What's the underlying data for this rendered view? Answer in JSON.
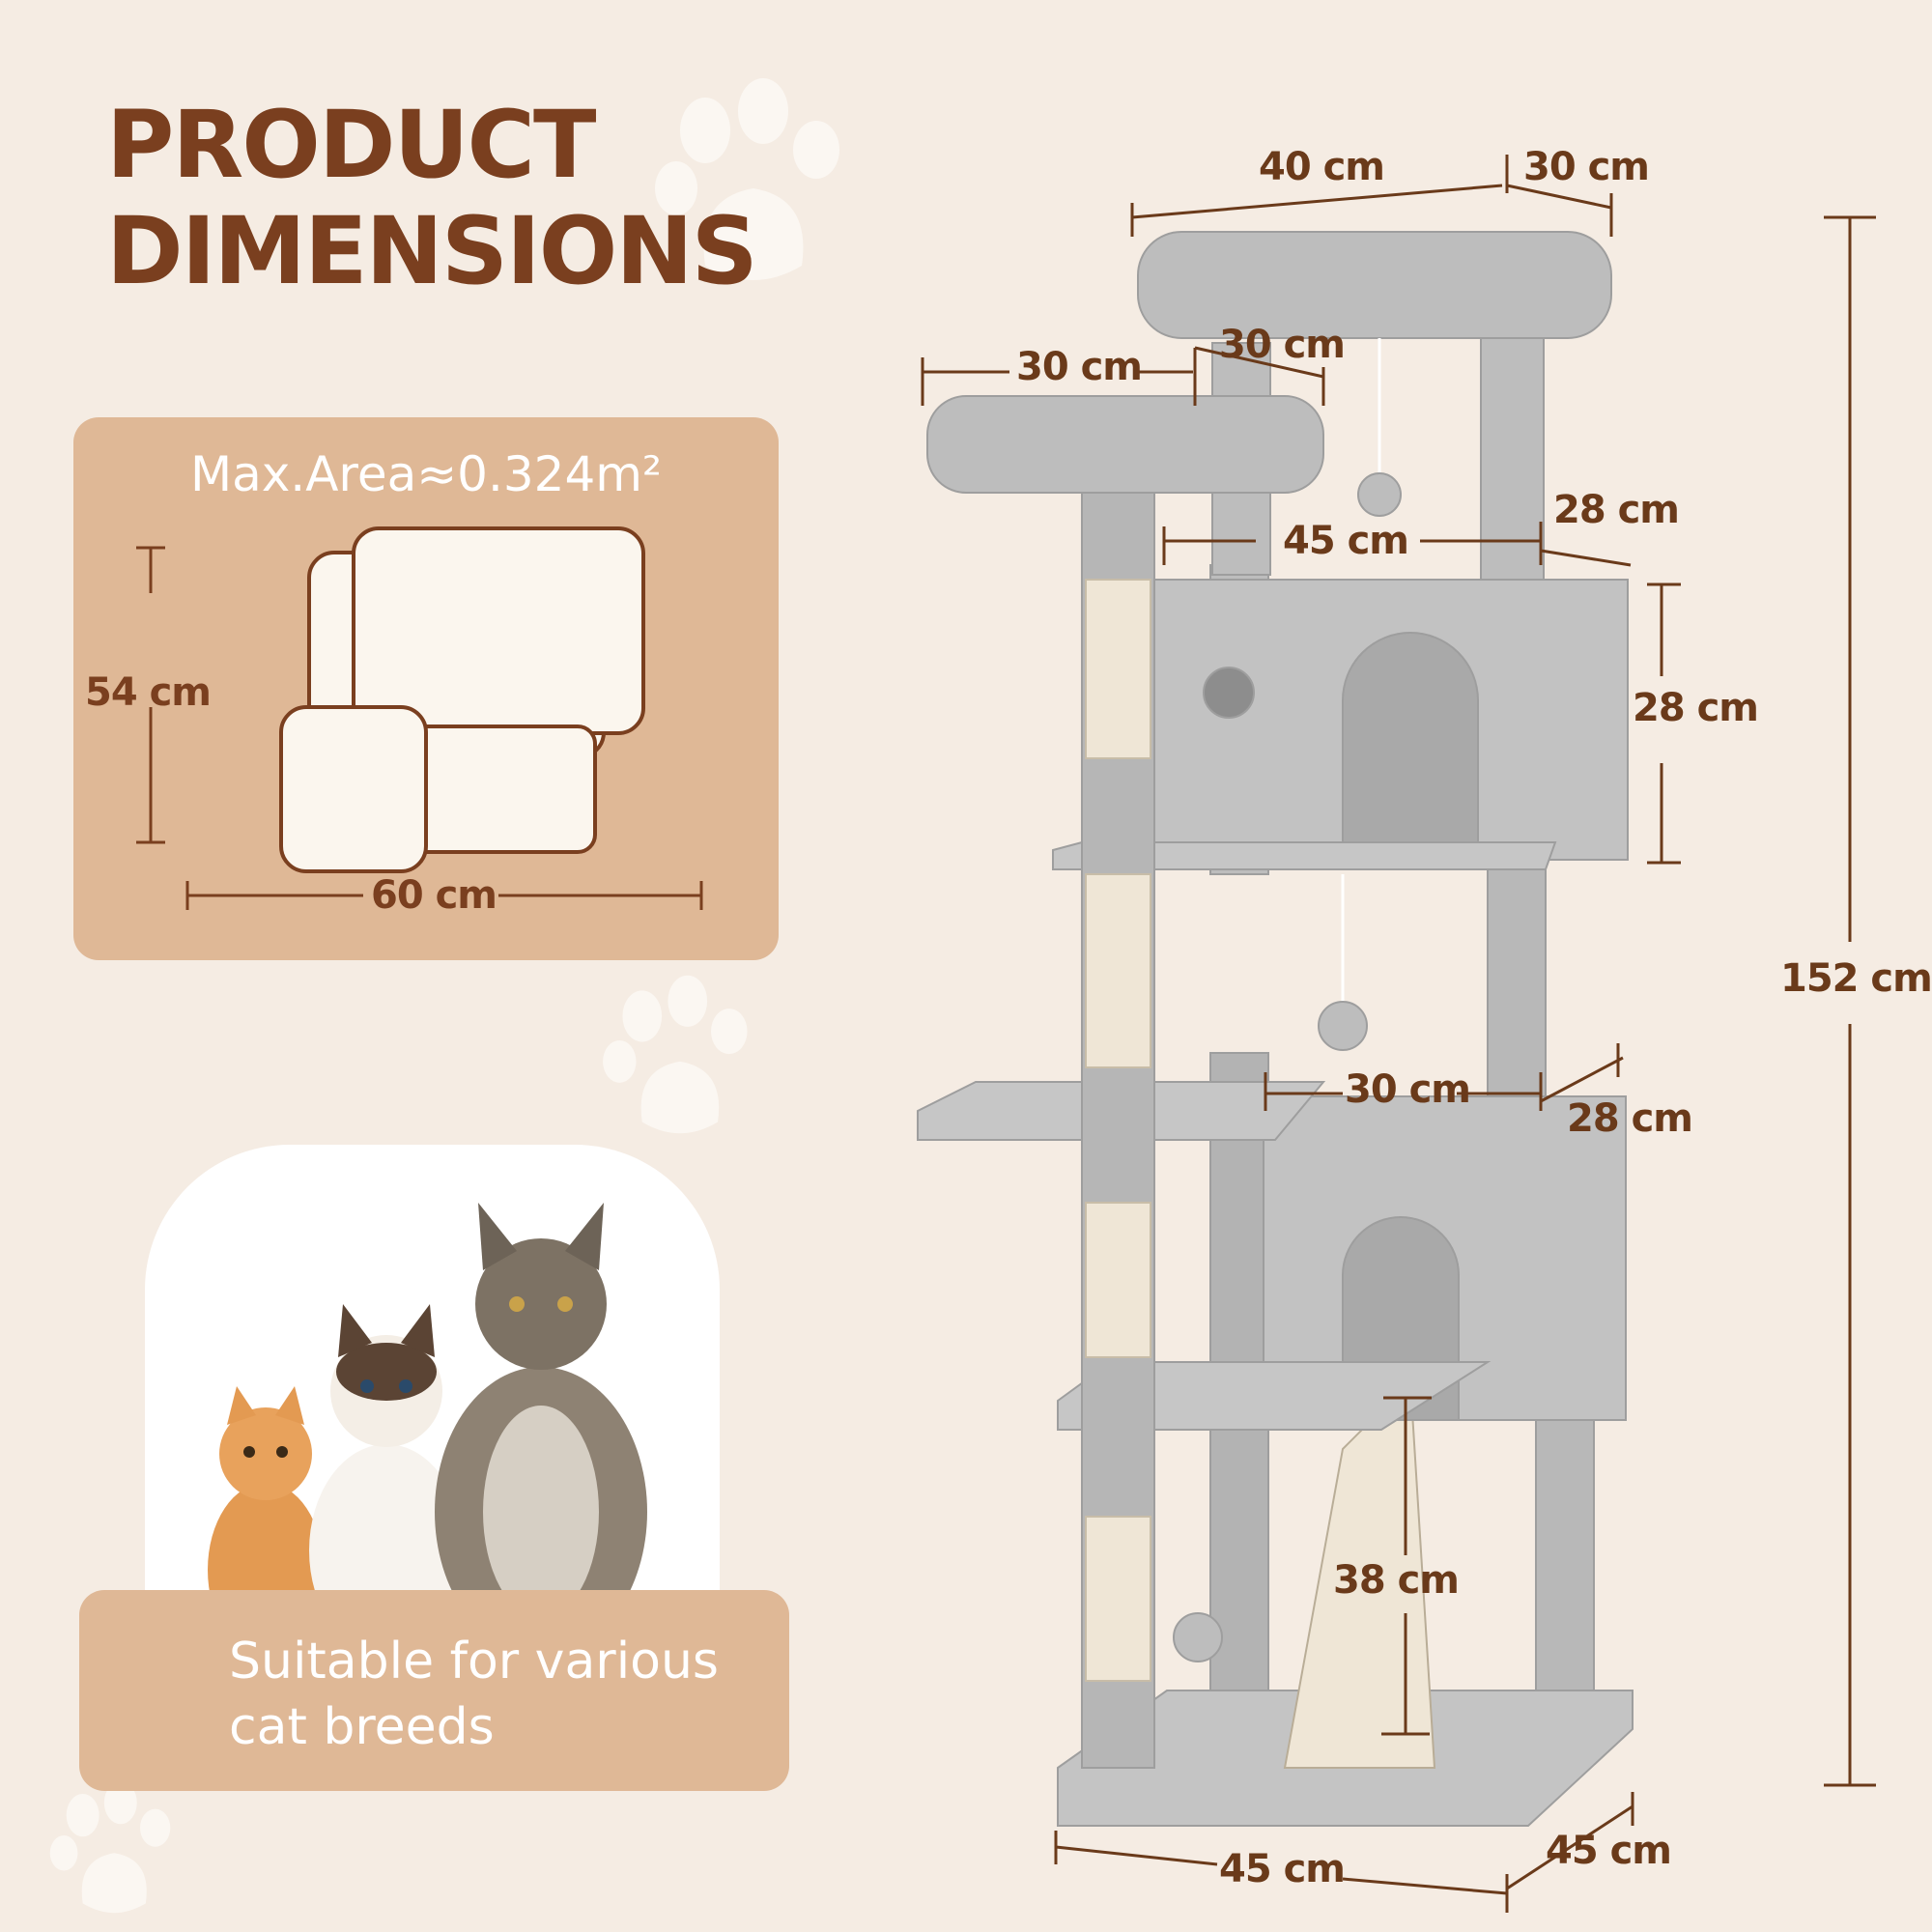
{
  "heading": {
    "line1": "PRODUCT",
    "line2": "DIMENSIONS"
  },
  "area_panel": {
    "label": "Max.Area≈0.324m²",
    "height": "54 cm",
    "width": "60 cm"
  },
  "breeds_panel": {
    "line1": "Suitable for various",
    "line2": "cat breeds"
  },
  "tree": {
    "top_width": "40 cm",
    "top_depth": "30 cm",
    "perch_width": "30 cm",
    "perch_depth": "30 cm",
    "upper_house_width": "45 cm",
    "upper_house_depth": "28 cm",
    "upper_house_height": "28 cm",
    "lower_house_width": "30 cm",
    "lower_house_depth": "28 cm",
    "ramp_length": "38 cm",
    "base_width": "45 cm",
    "base_depth": "45 cm",
    "total_height": "152 cm"
  },
  "colors": {
    "background": "#f5ece3",
    "accent": "#7a3f1f",
    "panel": "#dfb896",
    "plush": "#bdbdbd",
    "sisal": "#efe6d6"
  }
}
